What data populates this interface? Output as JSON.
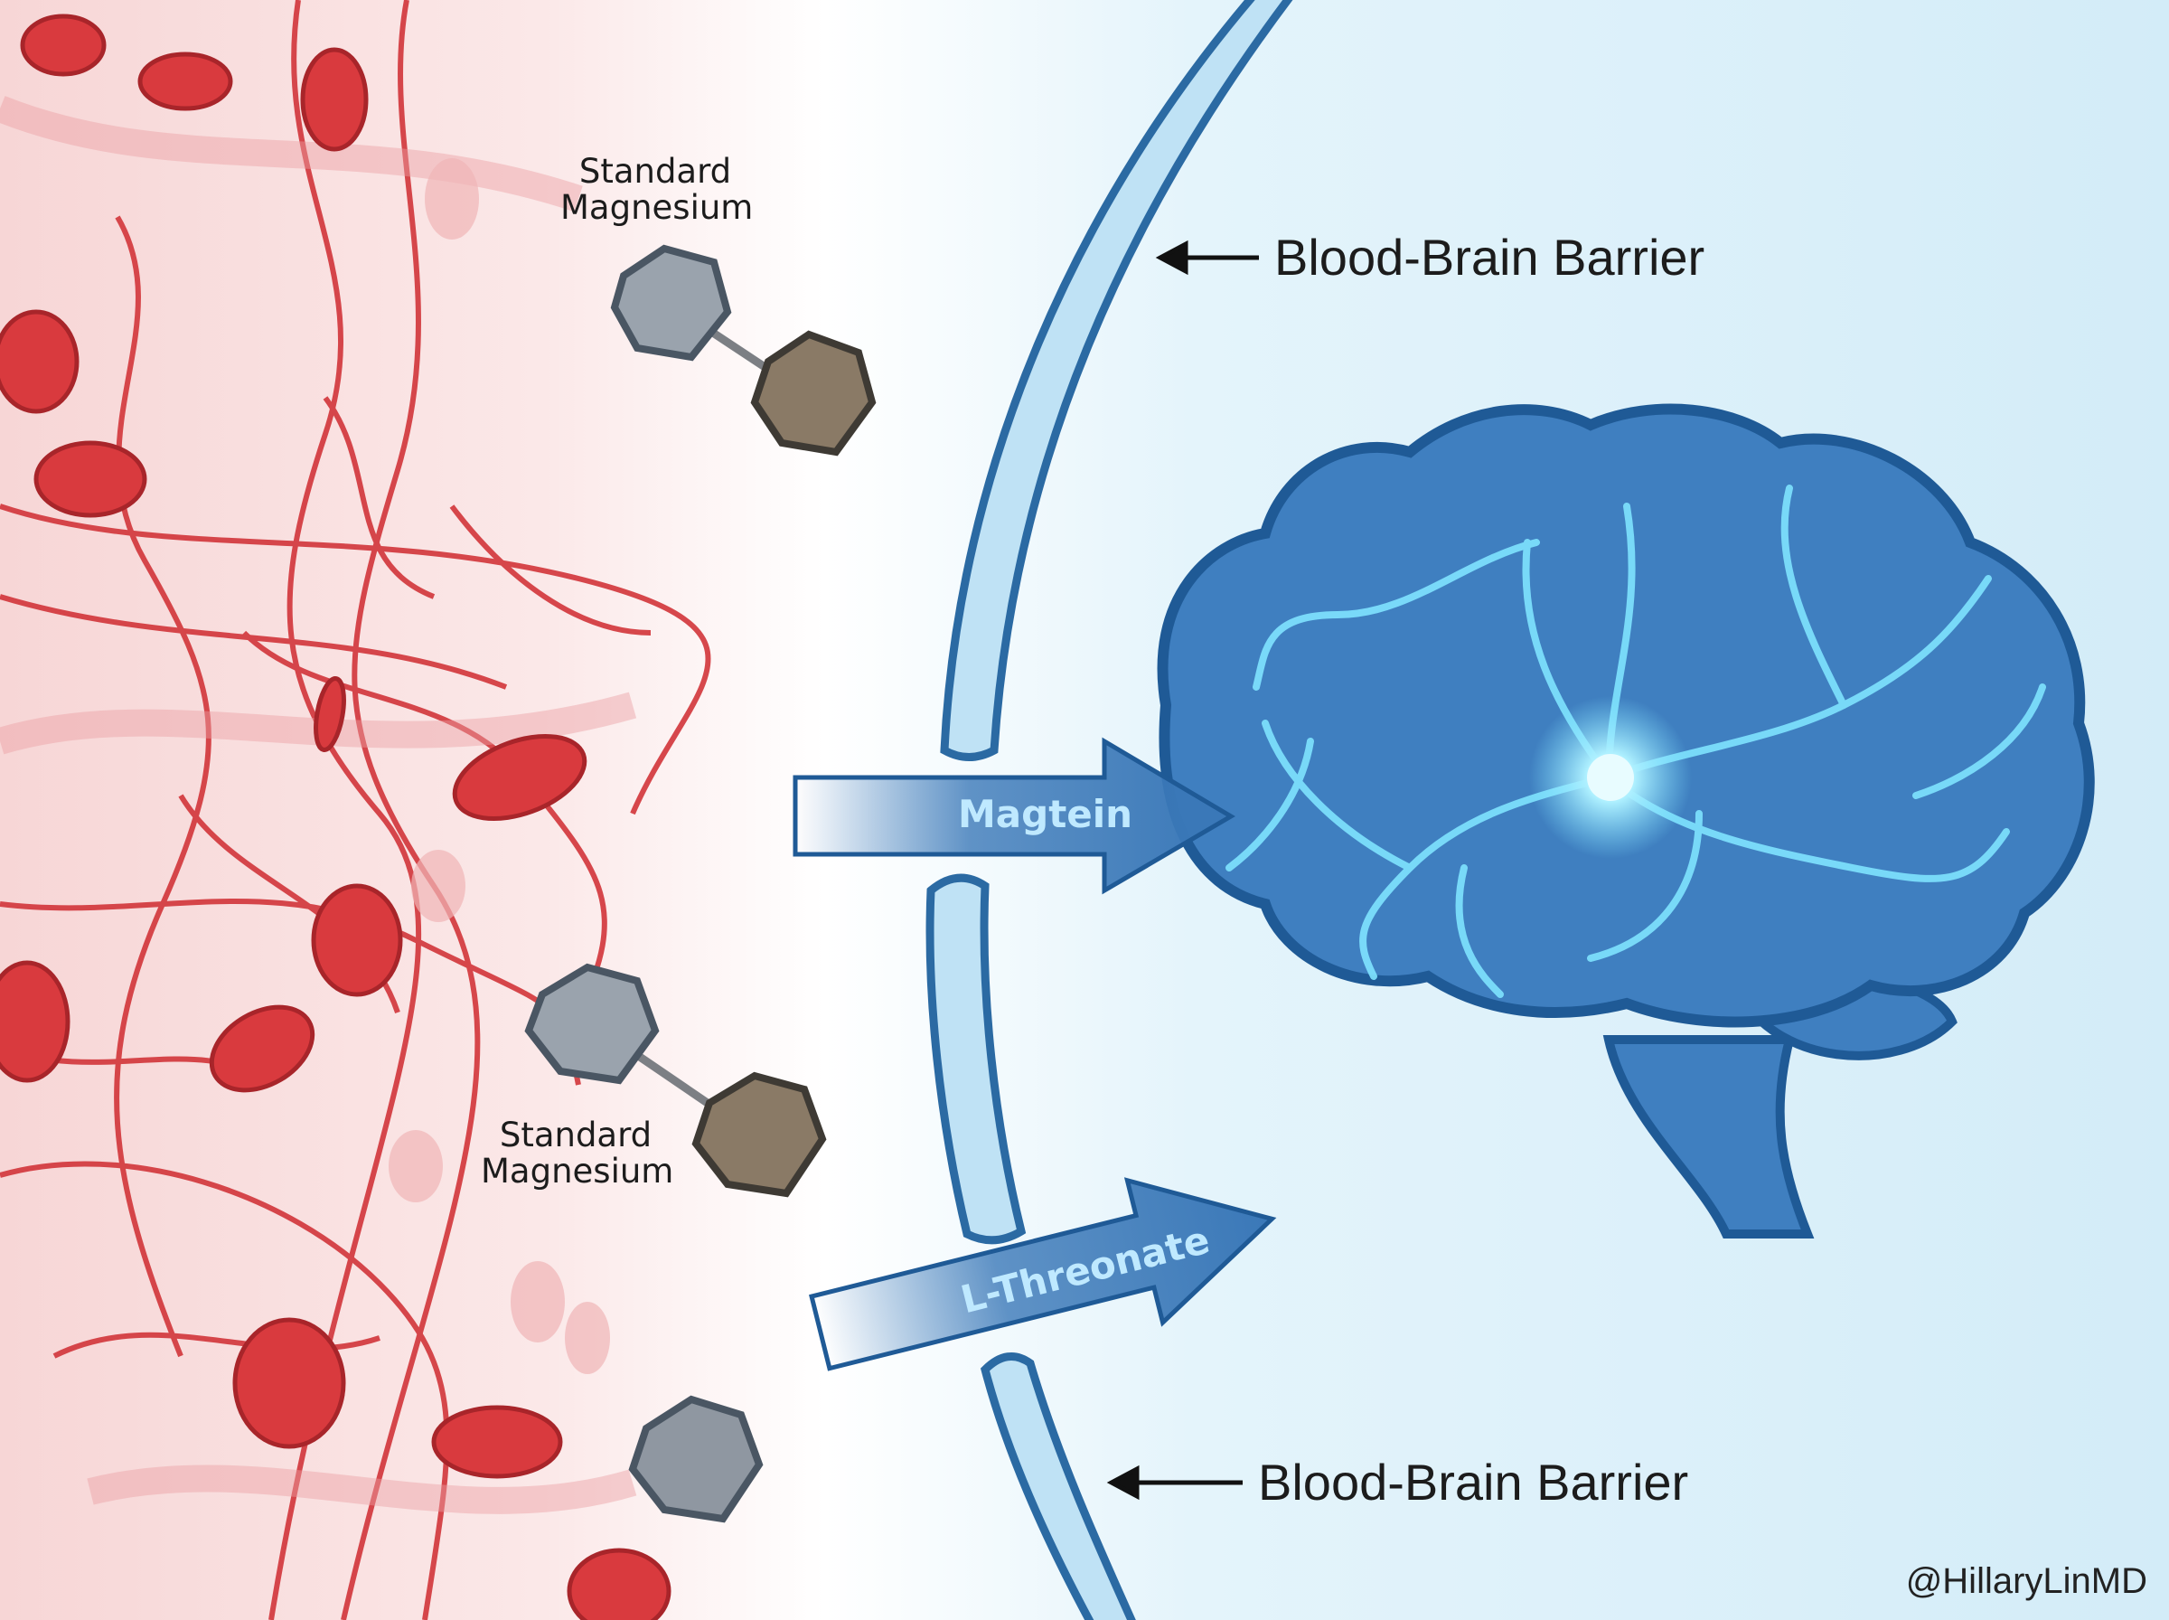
{
  "labels": {
    "standard_magnesium_top": "Standard\nMagnesium",
    "standard_magnesium_top_line1": "Standard",
    "standard_magnesium_top_line2": "Magnesium",
    "standard_magnesium_bottom_line1": "Standard",
    "standard_magnesium_bottom_line2": "Magnesium",
    "bbb_top": "Blood-Brain Barrier",
    "bbb_bottom": "Blood-Brain Barrier",
    "magtein": "Magtein",
    "l_threonate": "L-Threonate",
    "watermark": "@HillaryLinMD"
  },
  "colors": {
    "blood_bg": "#f8dcdc",
    "vessel": "#d2353a",
    "rbc": "#d93a3e",
    "brain_bg": "#d8eef9",
    "barrier_fill": "#bfe2f5",
    "barrier_stroke": "#2b6aa3",
    "brain": "#3f7fc0",
    "neural_glow": "#7fe3ff",
    "cube_gray": "#9aa3ad",
    "cube_brown": "#8a7a66"
  }
}
